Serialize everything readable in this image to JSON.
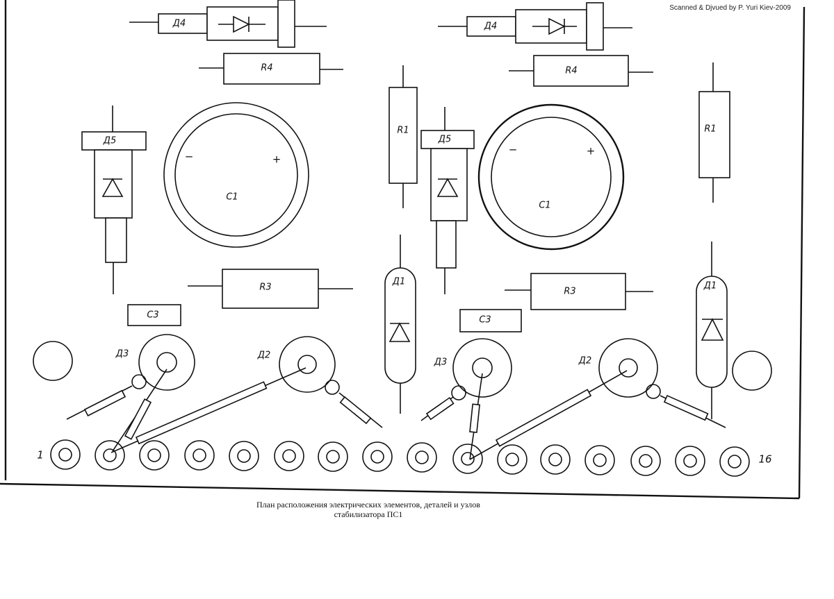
{
  "credit": "Scanned & Djvued by P. Yuri Kiev-2009",
  "caption": {
    "line1": "План расположения электрических элементов, деталей и узлов",
    "line2": "стабилизатора ПС1"
  },
  "pins": {
    "first": "1",
    "last": "16"
  },
  "left": {
    "d4": "Д4",
    "r4": "R4",
    "d5": "Д5",
    "c1": "C1",
    "minus": "−",
    "plus": "+",
    "r1": "R1",
    "r3": "R3",
    "c3": "C3",
    "d3": "Д3",
    "d2": "Д2",
    "d1": "Д1"
  },
  "right": {
    "d4": "Д4",
    "r4": "R4",
    "d5": "Д5",
    "c1": "C1",
    "minus": "−",
    "plus": "+",
    "r1": "R1",
    "r3": "R3",
    "c3": "C3",
    "d3": "Д3",
    "d2": "Д2",
    "d1": "Д1"
  }
}
